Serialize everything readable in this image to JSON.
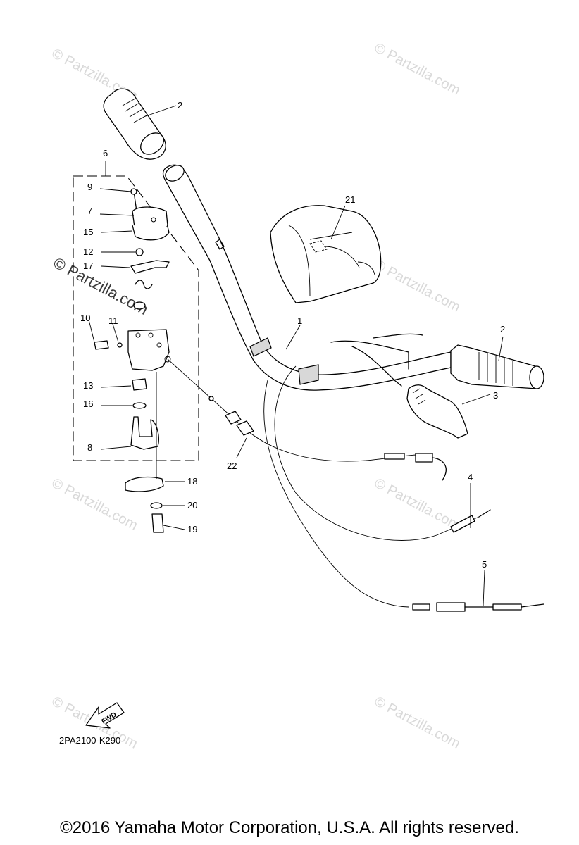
{
  "diagram": {
    "callouts": [
      "1",
      "2",
      "2",
      "3",
      "4",
      "5",
      "6",
      "7",
      "8",
      "9",
      "10",
      "11",
      "12",
      "13",
      "15",
      "16",
      "17",
      "18",
      "19",
      "20",
      "21",
      "22"
    ],
    "diagram_code": "2PA2100-K290",
    "fwd_label": "FWD"
  },
  "watermarks": {
    "small": "© Partzilla.com",
    "large": "© Partzilla.com"
  },
  "footer": {
    "copyright": "©2016 Yamaha Motor Corporation, U.S.A. All rights reserved."
  }
}
